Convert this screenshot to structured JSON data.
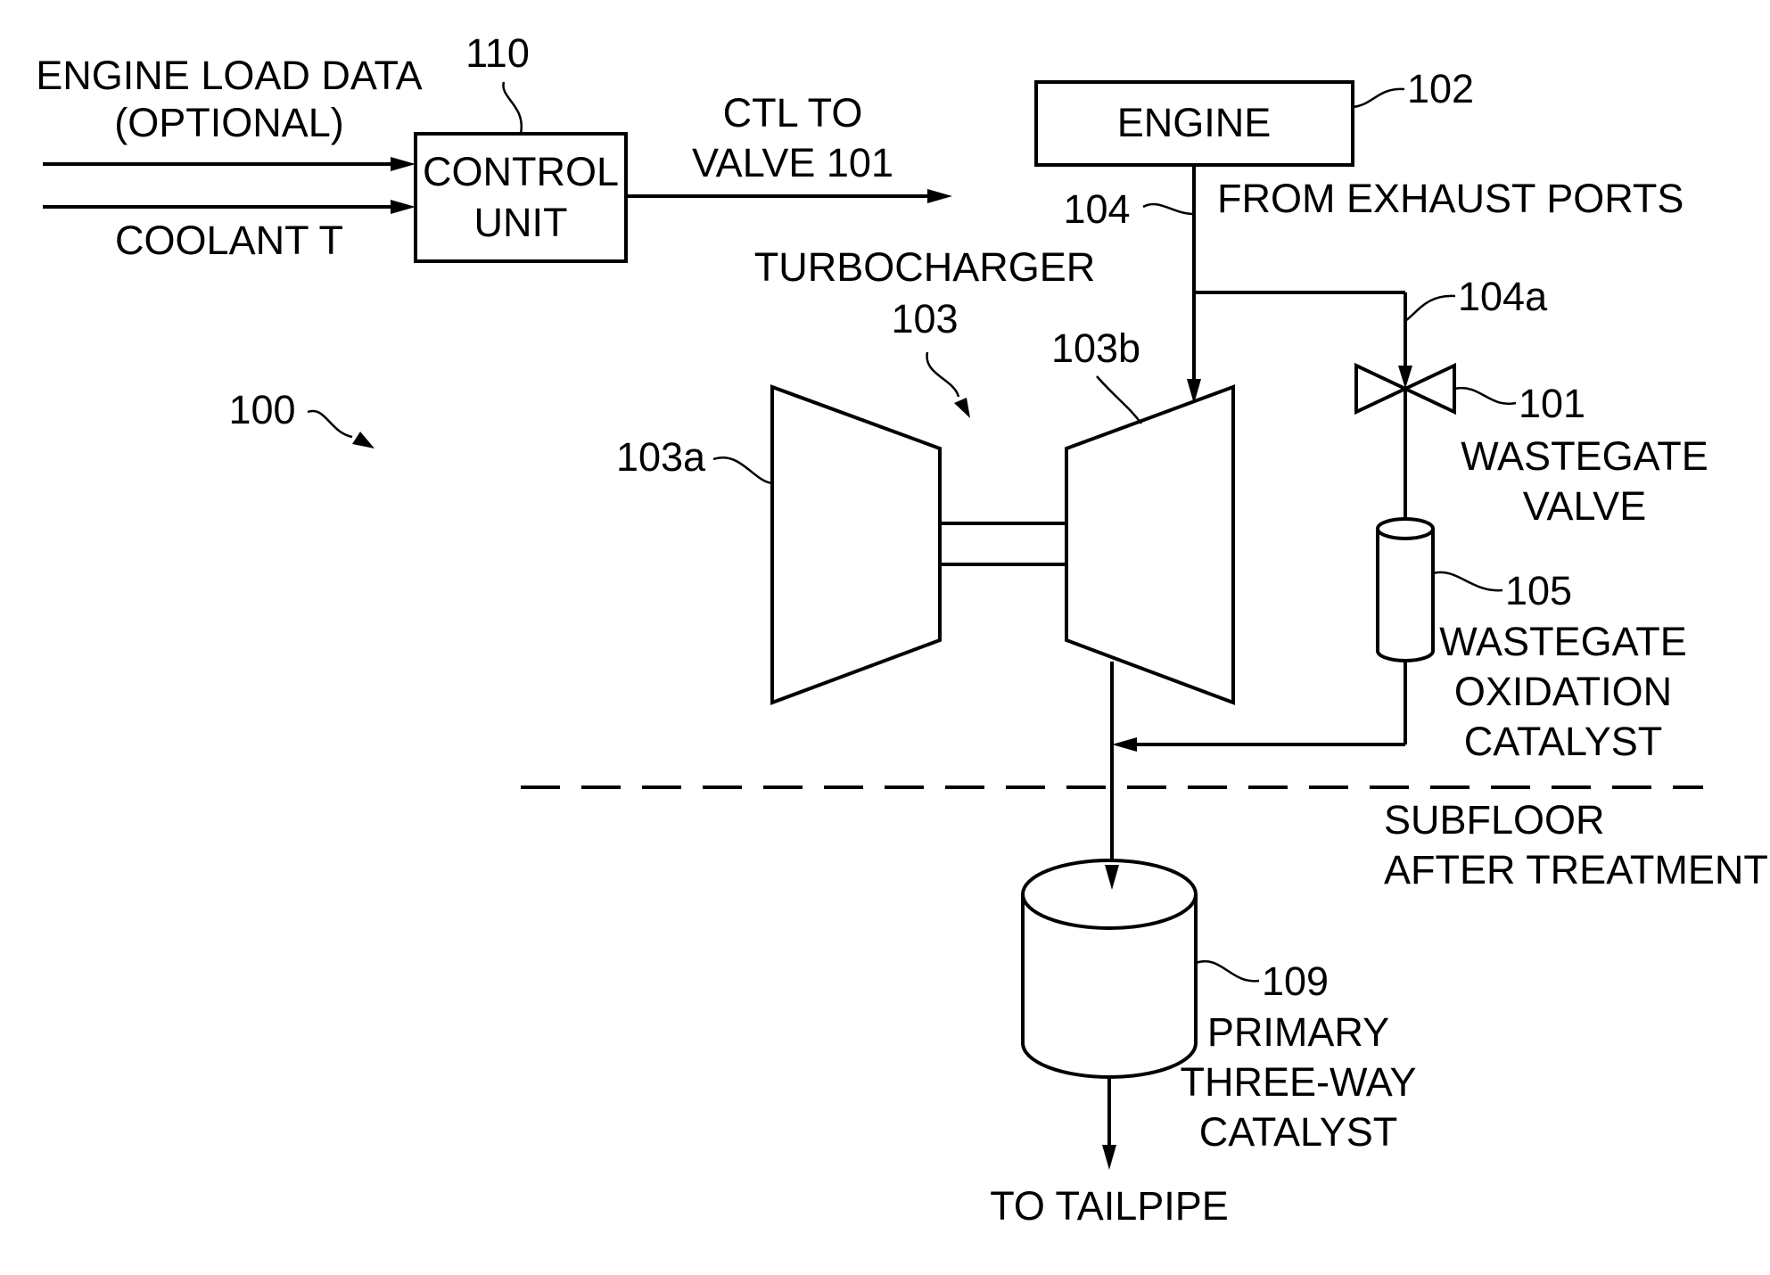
{
  "inputs": {
    "engine_load": {
      "line1": "ENGINE LOAD DATA",
      "line2": "(OPTIONAL)"
    },
    "coolant": "COOLANT T"
  },
  "control_unit": {
    "ref": "110",
    "line1": "CONTROL",
    "line2": "UNIT"
  },
  "control_output": {
    "line1": "CTL TO",
    "line2": "VALVE 101"
  },
  "engine": {
    "label": "ENGINE",
    "ref": "102"
  },
  "exhaust": {
    "ref": "104",
    "label": "FROM EXHAUST PORTS",
    "bypass_ref": "104a"
  },
  "turbocharger": {
    "label": "TURBOCHARGER",
    "ref": "103",
    "compressor_ref": "103a",
    "turbine_ref": "103b"
  },
  "system_ref": "100",
  "wastegate_valve": {
    "ref": "101",
    "line1": "WASTEGATE",
    "line2": "VALVE"
  },
  "oxidation_catalyst": {
    "ref": "105",
    "line1": "WASTEGATE",
    "line2": "OXIDATION",
    "line3": "CATALYST"
  },
  "subfloor": {
    "line1": "SUBFLOOR",
    "line2": "AFTER TREATMENT"
  },
  "primary_catalyst": {
    "ref": "109",
    "line1": "PRIMARY",
    "line2": "THREE-WAY",
    "line3": "CATALYST"
  },
  "tailpipe": "TO TAILPIPE"
}
